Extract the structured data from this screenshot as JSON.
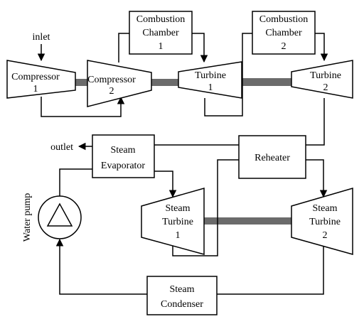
{
  "diagram": {
    "labels": {
      "inlet": "inlet",
      "outlet": "outlet",
      "compressor1": [
        "Compressor",
        "1"
      ],
      "compressor2": [
        "Compressor",
        "2"
      ],
      "combustion1": [
        "Combustion",
        "Chamber",
        "1"
      ],
      "combustion2": [
        "Combustion",
        "Chamber",
        "2"
      ],
      "turbine1": [
        "Turbine",
        "1"
      ],
      "turbine2": [
        "Turbine",
        "2"
      ],
      "steam_evaporator": [
        "Steam",
        "Evaporator"
      ],
      "reheater": "Reheater",
      "steam_turbine1": [
        "Steam",
        "Turbine",
        "1"
      ],
      "steam_turbine2": [
        "Steam",
        "Turbine",
        "2"
      ],
      "water_pump": "Water pump",
      "steam_condenser": [
        "Steam",
        "Condenser"
      ]
    }
  }
}
